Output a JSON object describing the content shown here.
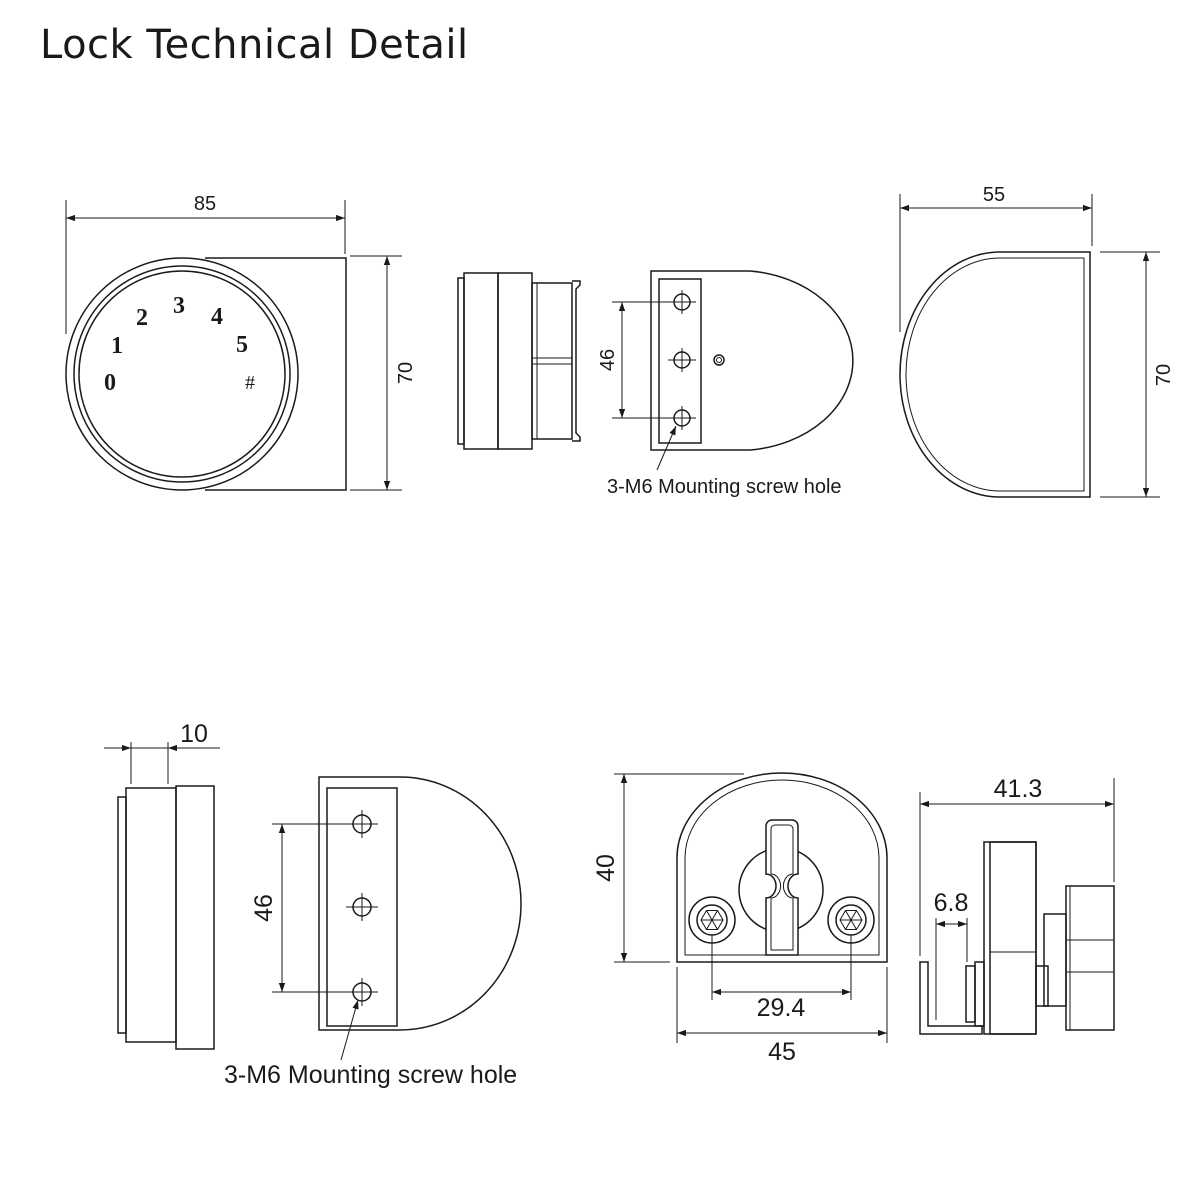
{
  "title": "Lock Technical Detail",
  "keypad_keys": [
    "0",
    "1",
    "2",
    "3",
    "4",
    "5",
    "#"
  ],
  "dimensions": {
    "front_width": "85",
    "front_height": "70",
    "screw_spacing_top": "46",
    "cover_depth": "55",
    "cover_height": "70",
    "bottom_thickness": "10",
    "screw_spacing_bottom": "46",
    "clamp_height": "40",
    "clamp_hole_spacing": "29.4",
    "clamp_width": "45",
    "side_depth": "41.3",
    "side_gap": "6.8"
  },
  "notes": {
    "mounting_top": "3-M6 Mounting screw hole",
    "mounting_bottom": "3-M6 Mounting screw hole"
  }
}
